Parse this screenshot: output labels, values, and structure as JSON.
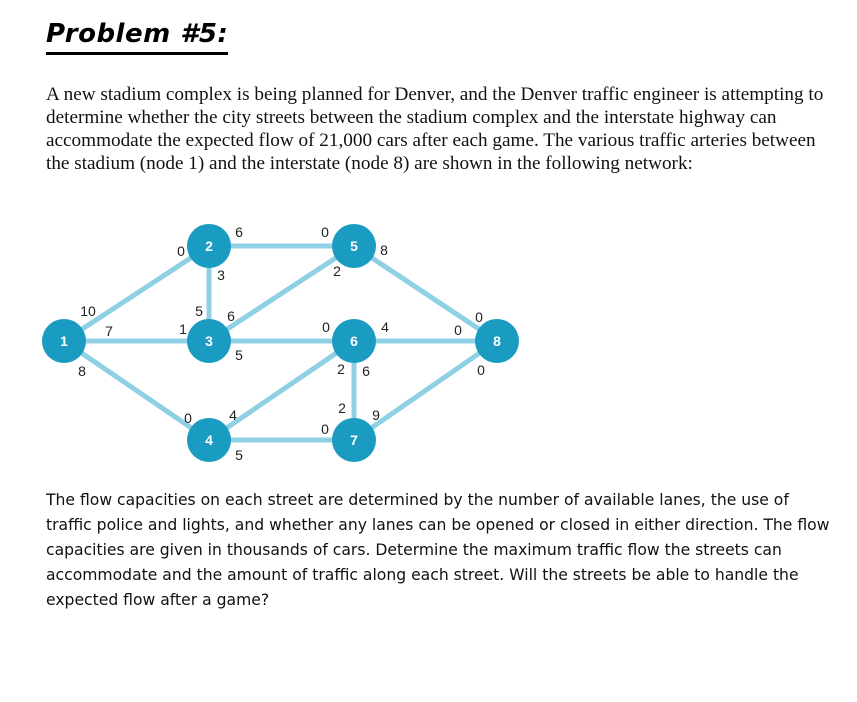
{
  "document": {
    "title": "Problem #5:",
    "intro_paragraph": "A new stadium complex is being planned for Denver, and the Denver traffic engineer is attempting to determine whether the city streets between the stadium complex and the interstate highway can accommodate the expected flow of 21,000 cars after each game. The various traffic arteries between the stadium (node 1) and the interstate (node 8) are shown in the following network:",
    "question_paragraph": "The flow capacities on each street are determined by the number of available lanes, the use of traffic police and lights, and whether any lanes can be opened or closed in either direction. The flow capacities are given in thousands of cars. Determine the maximum traffic flow the streets can accommodate and the amount of traffic along each street. Will the streets be able to handle the expected flow after a game?"
  },
  "network": {
    "colors": {
      "node_fill": "#1a9bc2",
      "node_text": "#ffffff",
      "edge": "#8fd0e4",
      "label": "#222222"
    },
    "nodes": [
      {
        "id": "1",
        "label": "1"
      },
      {
        "id": "2",
        "label": "2"
      },
      {
        "id": "3",
        "label": "3"
      },
      {
        "id": "4",
        "label": "4"
      },
      {
        "id": "5",
        "label": "5"
      },
      {
        "id": "6",
        "label": "6"
      },
      {
        "id": "7",
        "label": "7"
      },
      {
        "id": "8",
        "label": "8"
      }
    ],
    "edges": [
      {
        "from": "1",
        "to": "2",
        "cap_from": "10",
        "cap_to": "0"
      },
      {
        "from": "1",
        "to": "3",
        "cap_from": "7",
        "cap_to": "1"
      },
      {
        "from": "1",
        "to": "4",
        "cap_from": "8",
        "cap_to": "0"
      },
      {
        "from": "2",
        "to": "3",
        "cap_from": "3",
        "cap_to": "5"
      },
      {
        "from": "2",
        "to": "5",
        "cap_from": "6",
        "cap_to": "0"
      },
      {
        "from": "3",
        "to": "5",
        "cap_from": "6",
        "cap_to": "2"
      },
      {
        "from": "3",
        "to": "6",
        "cap_from": "5",
        "cap_to": "0"
      },
      {
        "from": "4",
        "to": "6",
        "cap_from": "4",
        "cap_to": "2"
      },
      {
        "from": "4",
        "to": "7",
        "cap_from": "5",
        "cap_to": "0"
      },
      {
        "from": "5",
        "to": "8",
        "cap_from": "8",
        "cap_to": "0"
      },
      {
        "from": "6",
        "to": "8",
        "cap_from": "4",
        "cap_to": "0"
      },
      {
        "from": "6",
        "to": "7",
        "cap_from": "6",
        "cap_to": "2"
      },
      {
        "from": "7",
        "to": "8",
        "cap_from": "9",
        "cap_to": "0"
      }
    ]
  }
}
